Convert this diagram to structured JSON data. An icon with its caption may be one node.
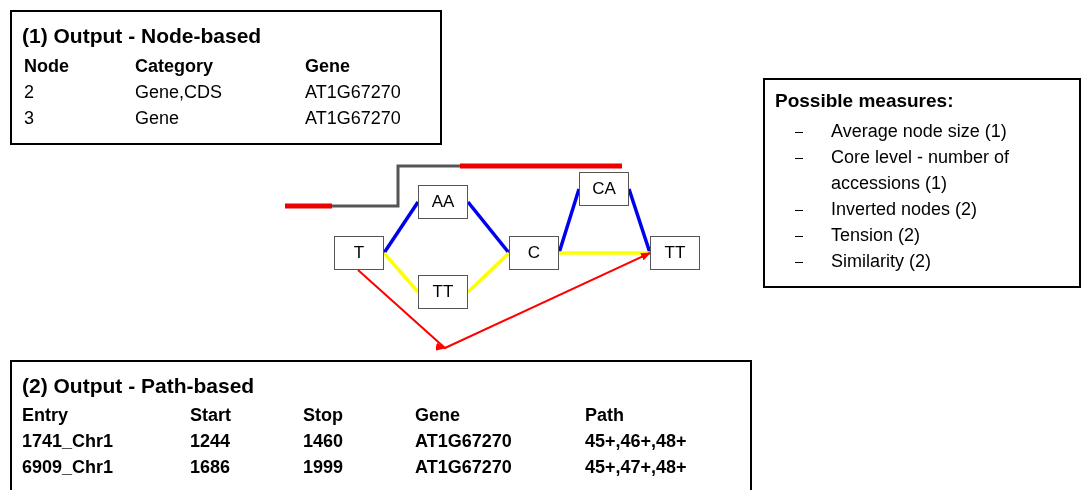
{
  "diagram": {
    "nodes": [
      {
        "text": [
          "(1) Output - Node-based"
        ]
      },
      {
        "text": [
          "Possible measures:",
          "Average node size (1)",
          "Core level - number of accessions (1)",
          "Inverted nodes (2)",
          "Tension (2)",
          "Similarity (2)"
        ]
      },
      {
        "text": [
          "T"
        ]
      },
      {
        "text": [
          "AA"
        ]
      },
      {
        "text": [
          "TT"
        ]
      },
      {
        "text": [
          "C"
        ]
      },
      {
        "text": [
          "CA"
        ]
      },
      {
        "text": [
          "TT"
        ]
      },
      {
        "text": [
          "(2) Output - Path-based"
        ]
      }
    ],
    "edges": [
      {
        "from": 2,
        "to": 3,
        "arrow": "none"
      },
      {
        "from": 3,
        "to": 5,
        "arrow": "none"
      },
      {
        "from": 5,
        "to": 6,
        "arrow": "none"
      },
      {
        "from": 6,
        "to": 7,
        "arrow": "none"
      },
      {
        "from": 2,
        "to": 4,
        "arrow": "none",
        "color": "#ffff00"
      },
      {
        "from": 4,
        "to": 5,
        "arrow": "none",
        "color": "#ffff00"
      },
      {
        "from": 5,
        "to": 7,
        "arrow": "none",
        "color": "#ffff00"
      },
      {
        "from": 2,
        "to": 7,
        "arrow": "to",
        "color": "#ff0000"
      }
    ],
    "labels": [
      "Node",
      "Category",
      "Gene",
      "2",
      "Gene,CDS",
      "AT1G67270",
      "3",
      "Gene",
      "AT1G67270",
      "Entry",
      "Start",
      "Stop",
      "Gene",
      "Path",
      "1741_Chr1",
      "1244",
      "1460",
      "AT1G67270",
      "45+,46+,48+",
      "6909_Chr1",
      "1686",
      "1999",
      "AT1G67270",
      "45+,47+,48+"
    ]
  }
}
